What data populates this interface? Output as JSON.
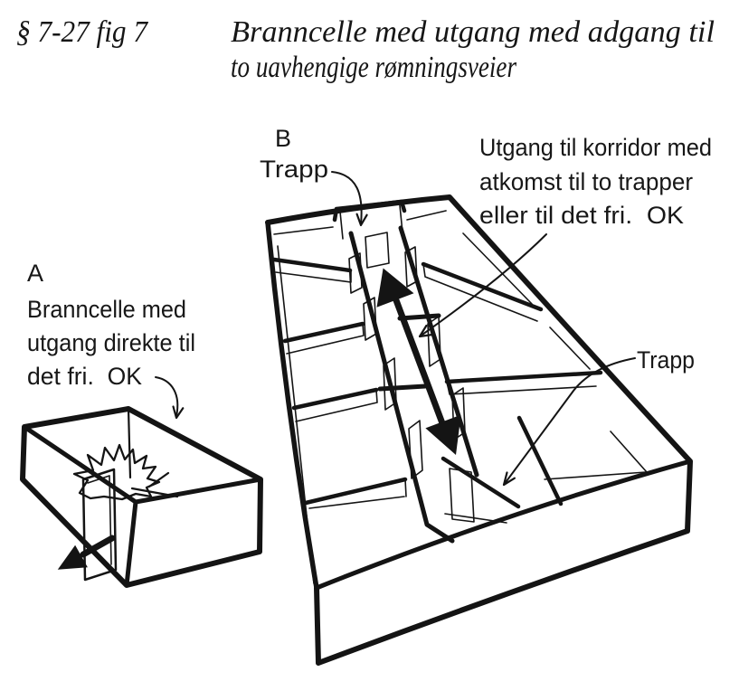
{
  "page": {
    "paper_color": "#ffffff",
    "ink_color": "#141414"
  },
  "header": {
    "ref": "§ 7-27 fig 7",
    "title_line1": "Branncelle med utgang med adgang til",
    "title_line2": "to uavhengige rømningsveier"
  },
  "figure_a": {
    "letter": "A",
    "caption_line1": "Branncelle med",
    "caption_line2": "utgang direkte til",
    "caption_line3": "det fri.  OK"
  },
  "figure_b": {
    "letter": "B",
    "stair_label_top": "Trapp",
    "stair_label_right": "Trapp",
    "note_line1": "Utgang til korridor med",
    "note_line2": "atkomst til to trapper",
    "note_line3": "eller til det fri.  OK"
  }
}
